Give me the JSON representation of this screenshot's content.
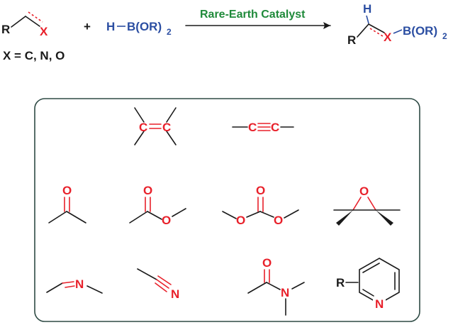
{
  "reaction": {
    "substrate_r": "R",
    "substrate_x": "X",
    "plus": "+",
    "borane_h": "H",
    "borane_dash": "–",
    "borane_b": "B(OR)",
    "borane_sub": "2",
    "catalyst": "Rare-Earth Catalyst",
    "product_h": "H",
    "product_r": "R",
    "product_x": "X",
    "product_dash": "–",
    "product_b": "B(OR)",
    "product_sub": "2",
    "x_definition": "X = C, N, O"
  },
  "substrates": {
    "alkene_c1": "C",
    "alkene_c2": "C",
    "alkyne_c1": "C",
    "alkyne_c2": "C",
    "ketone_o": "O",
    "ester_o_carbonyl": "O",
    "ester_o_alkoxy": "O",
    "carbonate_o_carbonyl": "O",
    "carbonate_o_left": "O",
    "carbonate_o_right": "O",
    "epoxide_o": "O",
    "imine_n": "N",
    "nitrile_n": "N",
    "amide_o": "O",
    "amide_n": "N",
    "pyridine_r": "R",
    "pyridine_n": "N"
  },
  "colors": {
    "heteroatom": "#e8202a",
    "boron": "#2b4ea2",
    "catalyst": "#1f8a3a",
    "bond": "#1a1a1a",
    "frame": "#2e4a44"
  }
}
